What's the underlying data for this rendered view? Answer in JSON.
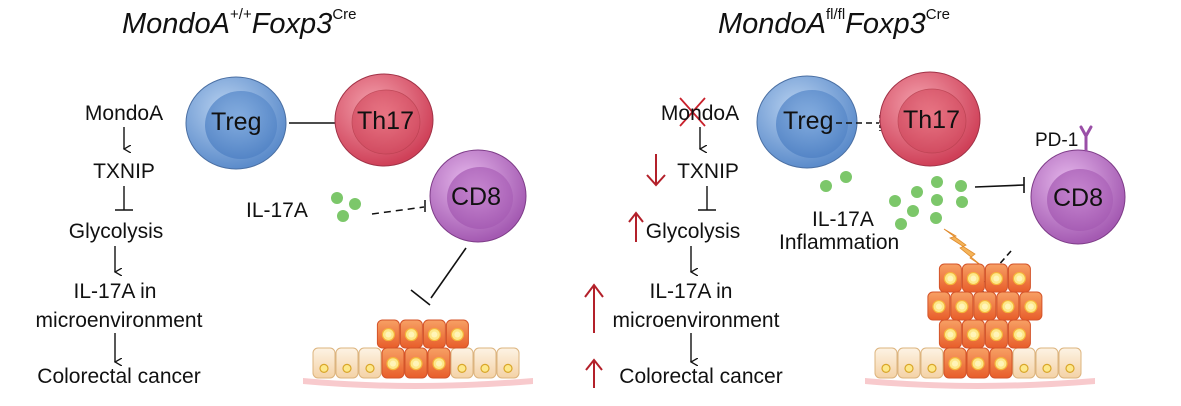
{
  "panels": [
    {
      "title": {
        "gene": "MondoA",
        "allele": "+/+",
        "driver": "Foxp3",
        "driver_sup": "Cre"
      },
      "pathway": [
        "MondoA",
        "TXNIP",
        "Glycolysis",
        "IL-17A in",
        "microenvironment",
        "Colorectal cancer"
      ],
      "pathway_links": [
        "activates",
        "inhibits",
        "activates",
        "activates"
      ],
      "cells": {
        "treg": "Treg",
        "th17": "Th17",
        "cd8": "CD8"
      },
      "cytokine_label": "IL-17A",
      "interactions": [
        {
          "from": "Treg",
          "to": "Th17",
          "type": "inhibition",
          "style": "solid"
        },
        {
          "from": "IL-17A",
          "to": "CD8",
          "type": "inhibition",
          "style": "dashed"
        },
        {
          "from": "CD8",
          "to": "Tumor",
          "type": "inhibition",
          "style": "solid"
        }
      ],
      "tumor_size": "small"
    },
    {
      "title": {
        "gene": "MondoA",
        "allele": "fl/fl",
        "driver": "Foxp3",
        "driver_sup": "Cre"
      },
      "pathway": [
        "MondoA",
        "TXNIP",
        "Glycolysis",
        "IL-17A in",
        "microenvironment",
        "Colorectal cancer"
      ],
      "pathway_changes": {
        "MondoA": "deleted",
        "TXNIP": "down",
        "Glycolysis": "up",
        "IL-17A in microenvironment": "up",
        "Colorectal cancer": "up"
      },
      "cells": {
        "treg": "Treg",
        "th17": "Th17",
        "cd8": "CD8",
        "receptor": "PD-1"
      },
      "cytokine_label": "IL-17A",
      "inflammation_label": "Inflammation",
      "interactions": [
        {
          "from": "Treg",
          "to": "Th17",
          "type": "inhibition",
          "style": "dashed"
        },
        {
          "from": "IL-17A",
          "to": "CD8",
          "type": "inhibition",
          "style": "solid"
        },
        {
          "from": "CD8",
          "to": "Tumor",
          "type": "inhibition",
          "style": "dashed"
        }
      ],
      "tumor_size": "large"
    }
  ],
  "colors": {
    "treg": "#6f9fd8",
    "th17": "#d9546a",
    "cd8": "#b673c2",
    "il17a_dots": "#7cc76a",
    "change_arrows": "#b3202a",
    "tumor_cell": "#ee7a3a",
    "normal_cell": "#f9e3c4"
  }
}
